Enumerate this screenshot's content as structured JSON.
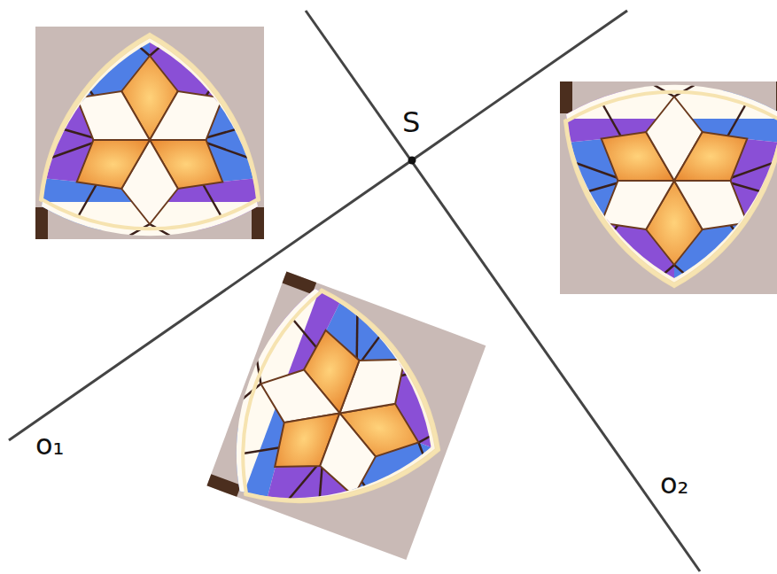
{
  "diagram": {
    "labels": [
      "S",
      "o₁",
      "o₂"
    ]
  }
}
